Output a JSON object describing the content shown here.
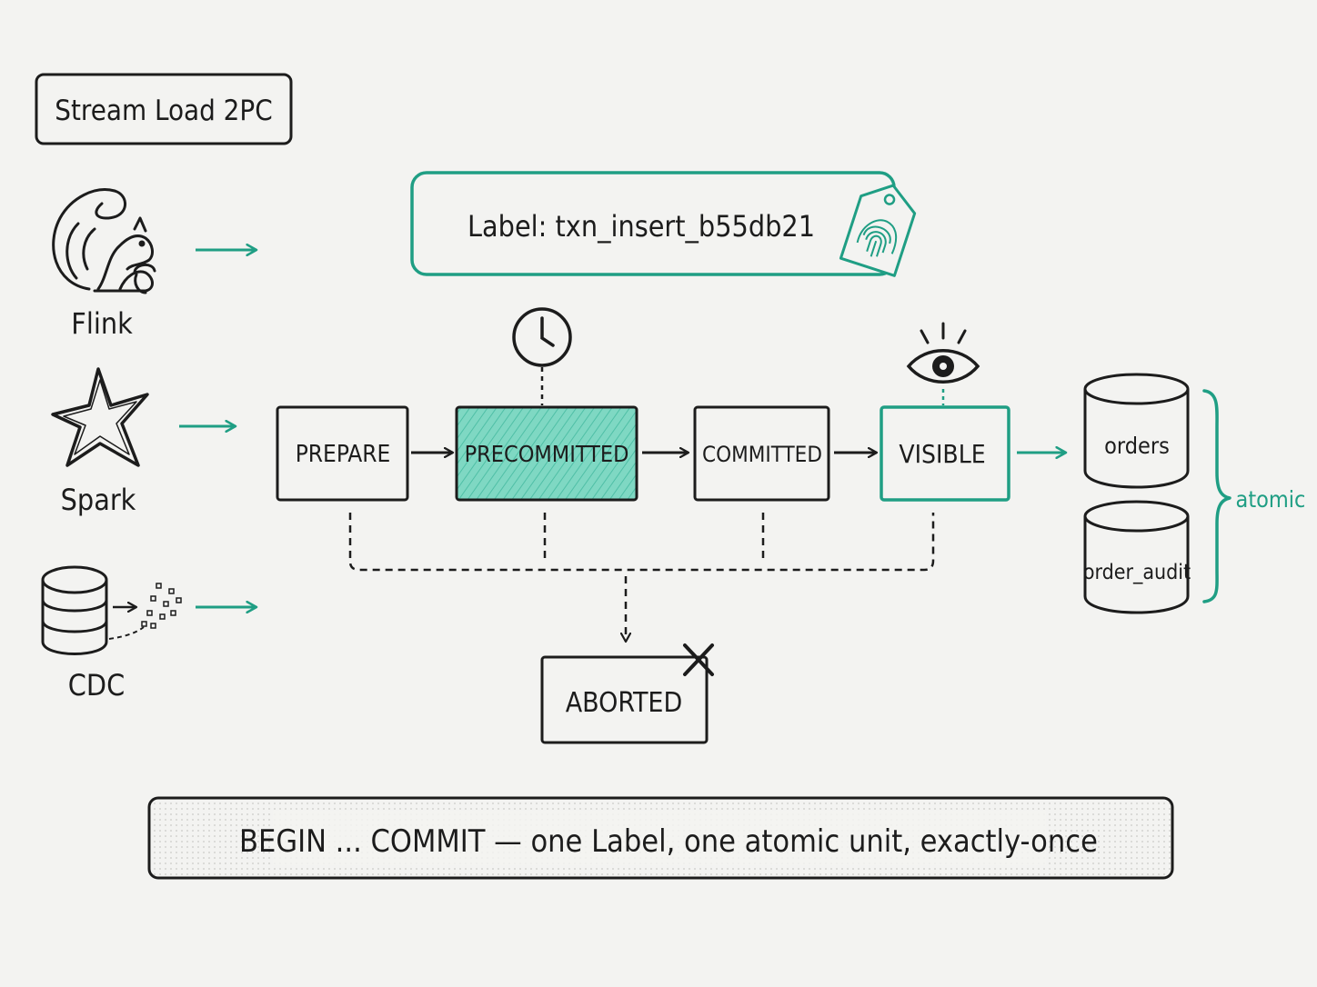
{
  "title": "Stream Load 2PC",
  "label_text": "Label: txn_insert_b55db21",
  "sources": [
    {
      "name": "Flink",
      "icon": "squirrel-icon"
    },
    {
      "name": "Spark",
      "icon": "star-icon"
    },
    {
      "name": "CDC",
      "icon": "database-stream-icon"
    }
  ],
  "states": {
    "prepare": "PREPARE",
    "precommitted": "PRECOMMITTED",
    "committed": "COMMITTED",
    "visible": "VISIBLE",
    "aborted": "ABORTED"
  },
  "tables": [
    "orders",
    "order_audit"
  ],
  "atomic_label": "atomic",
  "footer": "BEGIN ... COMMIT — one Label, one atomic unit, exactly-once",
  "colors": {
    "accent": "#1f9e84",
    "accent_fill": "#7fd8c3",
    "ink": "#1c1c1c",
    "paper": "#f3f3f1"
  }
}
